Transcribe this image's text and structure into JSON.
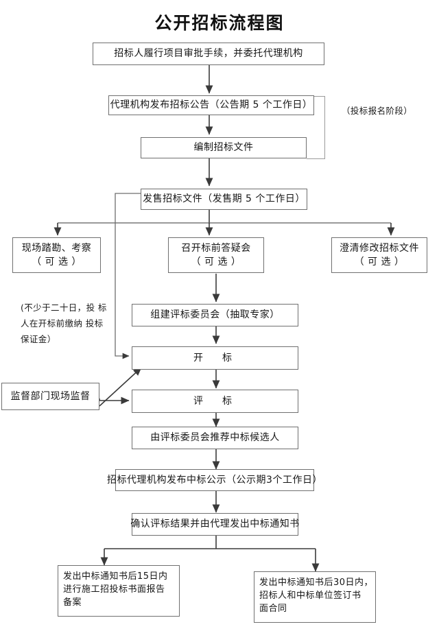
{
  "title": "公开招标流程图",
  "notes": {
    "stage_bid_registration": "（投标报名阶段）",
    "deposit_note_line1": "(不少于二十日，投",
    "deposit_note_line2": "标人在开标前缴纳",
    "deposit_note_line3": "投标保证金）"
  },
  "nodes": {
    "approval": "招标人履行项目审批手续，并委托代理机构",
    "announcement": "代理机构发布招标公告（公告期 5 个工作日）",
    "prepare_docs": "编制招标文件",
    "sell_docs": "发售招标文件（发售期 5 个工作日）",
    "site_survey_l1": "现场踏勘、考察",
    "site_survey_l2": "（ 可  选 ）",
    "pre_bid_meeting_l1": "召开标前答疑会",
    "pre_bid_meeting_l2": "（ 可  选 ）",
    "clarify_docs_l1": "澄清修改招标文件",
    "clarify_docs_l2": "（ 可  选 ）",
    "form_committee": "组建评标委员会（抽取专家）",
    "bid_opening": "开　标",
    "supervision": "监督部门现场监督",
    "bid_evaluation": "评　标",
    "recommend_candidates": "由评标委员会推荐中标候选人",
    "win_publicity": "招标代理机构发布中标公示（公示期3个工作日）",
    "confirm_notice": "确认评标结果并由代理发出中标通知书",
    "record_filing_l1": "发出中标通知书后15日内",
    "record_filing_l2": "进行施工招投标书面报告",
    "record_filing_l3": "备案",
    "sign_contract_l1": "发出中标通知书后30日内，",
    "sign_contract_l2": "招标人和中标单位签订书",
    "sign_contract_l3": "面合同"
  },
  "colors": {
    "box_border": "#6f6f6f",
    "line": "#3a3a3a",
    "faint_line": "#9a9a9a",
    "background": "#ffffff",
    "text": "#161616"
  }
}
